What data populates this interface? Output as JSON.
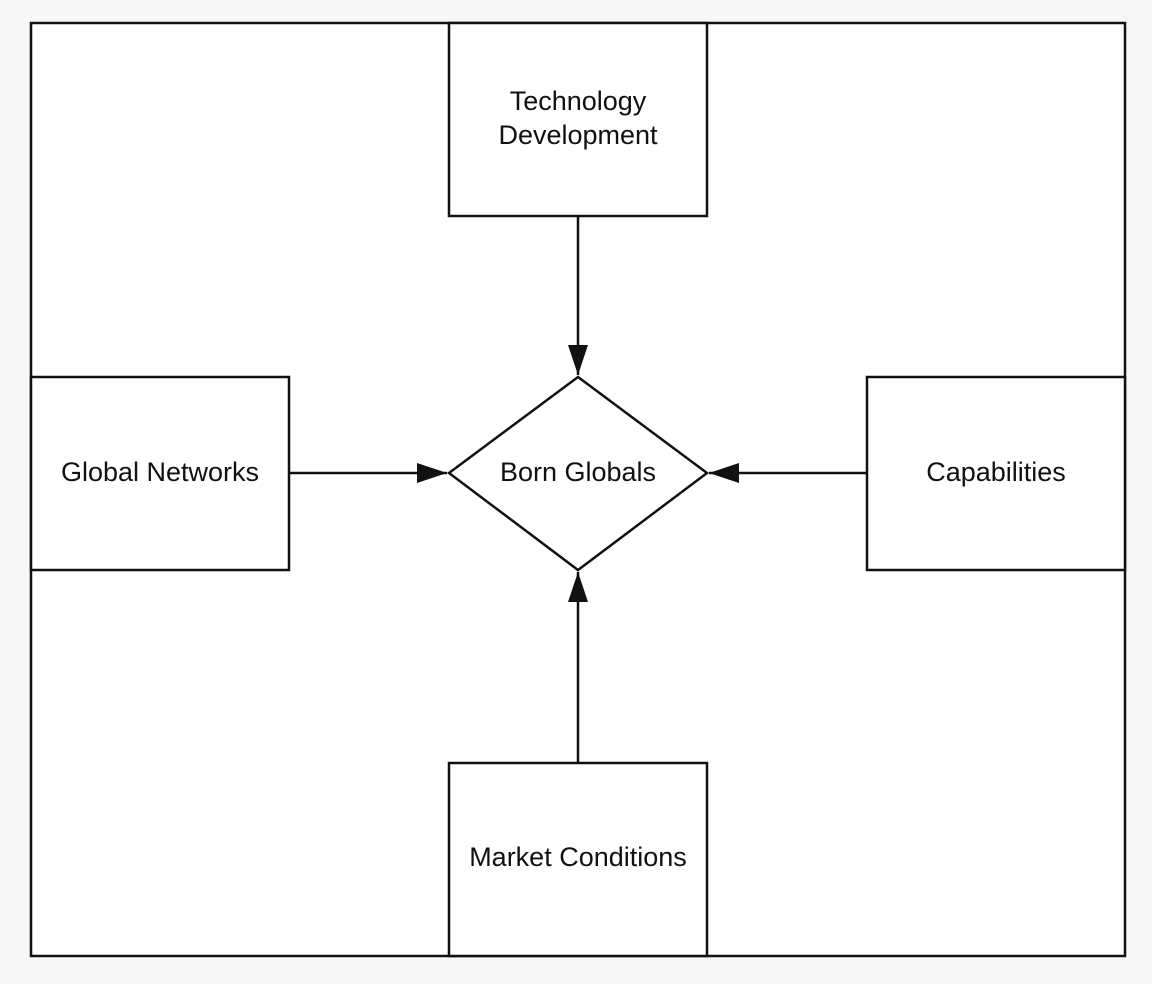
{
  "diagram": {
    "center": {
      "label": "Born Globals",
      "shape": "diamond"
    },
    "nodes": {
      "top": {
        "label_line1": "Technology",
        "label_line2": "Development"
      },
      "left": {
        "label": "Global Networks"
      },
      "right": {
        "label": "Capabilities"
      },
      "bottom": {
        "label": "Market Conditions"
      }
    },
    "edges": [
      {
        "from": "Technology Development",
        "to": "Born Globals"
      },
      {
        "from": "Global Networks",
        "to": "Born Globals"
      },
      {
        "from": "Capabilities",
        "to": "Born Globals"
      },
      {
        "from": "Market Conditions",
        "to": "Born Globals"
      }
    ],
    "colors": {
      "stroke": "#111111",
      "fill": "#ffffff",
      "page_background": "#f7f7f7"
    }
  }
}
